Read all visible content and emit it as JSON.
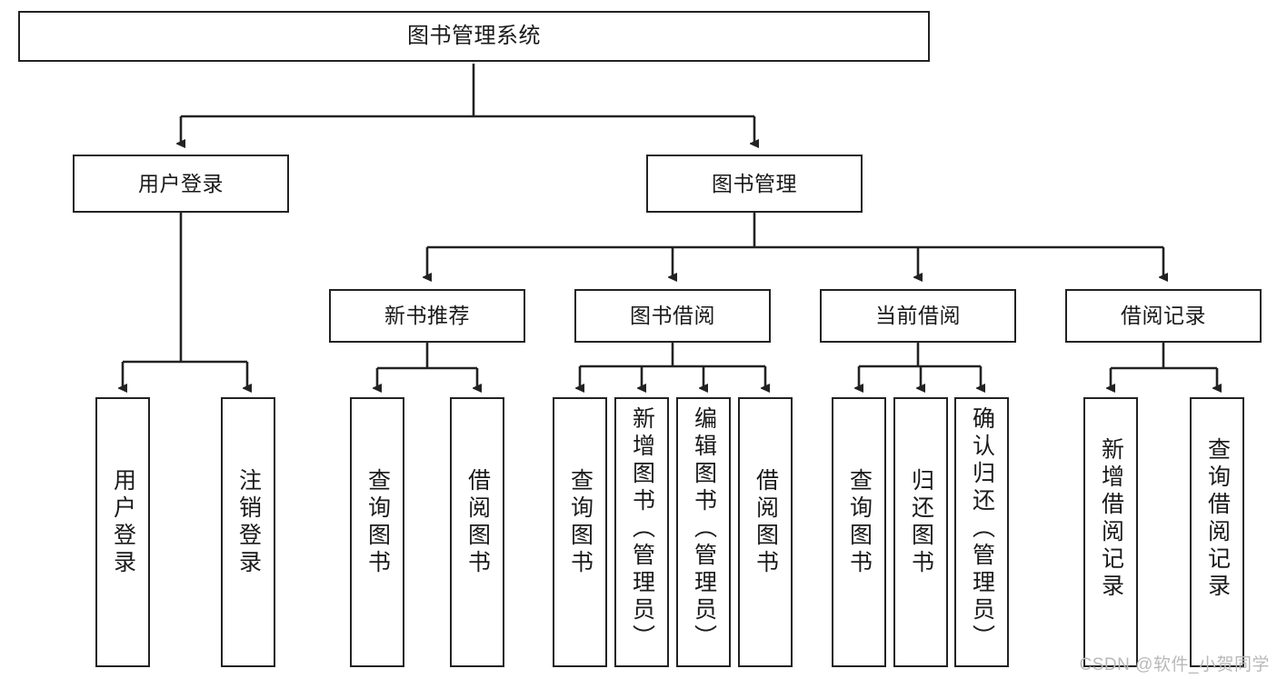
{
  "diagram": {
    "title": "图书管理系统",
    "type": "tree-hierarchy-diagram",
    "watermark": "CSDN @软件_小贺同学",
    "colors": {
      "box_border": "#222222",
      "box_fill": "#ffffff",
      "line": "#222222",
      "text": "#1a1a1a",
      "watermark": "#b9b9b9",
      "background": "#ffffff"
    },
    "root": {
      "label": "图书管理系统"
    },
    "level1": [
      {
        "label": "用户登录"
      },
      {
        "label": "图书管理"
      }
    ],
    "level2": [
      {
        "label": "新书推荐"
      },
      {
        "label": "图书借阅"
      },
      {
        "label": "当前借阅"
      },
      {
        "label": "借阅记录"
      }
    ],
    "leaves": {
      "user_login": [
        {
          "label": "用户登录"
        },
        {
          "label": "注销登录"
        }
      ],
      "new_book_recommend": [
        {
          "label": "查询图书"
        },
        {
          "label": "借阅图书"
        }
      ],
      "book_borrow": [
        {
          "label": "查询图书"
        },
        {
          "label": "新增图书（管理员）"
        },
        {
          "label": "编辑图书（管理员）"
        },
        {
          "label": "借阅图书"
        }
      ],
      "current_borrow": [
        {
          "label": "查询图书"
        },
        {
          "label": "归还图书"
        },
        {
          "label": "确认归还（管理员）"
        }
      ],
      "borrow_record": [
        {
          "label": "新增借阅记录"
        },
        {
          "label": "查询借阅记录"
        }
      ]
    }
  }
}
